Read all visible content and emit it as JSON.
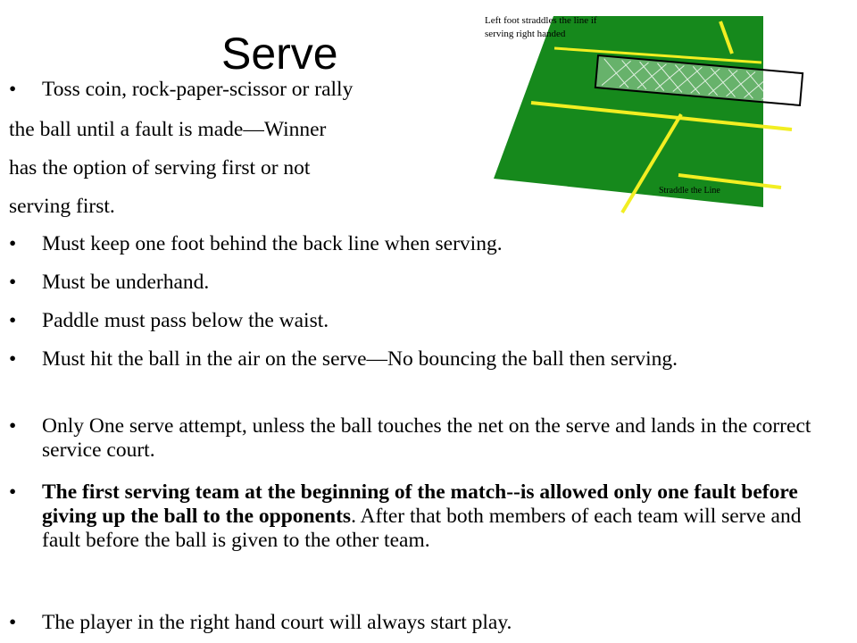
{
  "title": "Serve",
  "court": {
    "caption": "Left foot straddles the line if serving right handed",
    "label": "Straddle the Line",
    "court_color": "#16891c",
    "line_color": "#f2ee22"
  },
  "bullet_char": "•",
  "intro": {
    "line1": "Toss coin, rock-paper-scissor or rally",
    "line2": " the ball until a fault is made—Winner",
    "line3": "has the option of serving first or not",
    "line4": "serving first."
  },
  "bullets": [
    "Must keep one foot behind the back line when serving.",
    "Must be underhand.",
    "Paddle must pass below the waist.",
    "Must hit the ball in the air on the serve—No bouncing the ball then serving.",
    "Only One serve attempt, unless the ball touches the net on the serve and lands in the correct service court."
  ],
  "fault_rule": {
    "bold_text": "The first serving team at the beginning of the match--is allowed only one fault before giving up the ball to the opponents",
    "rest_text": ".  After that both members of each team will serve and fault before the ball is given to the other team."
  },
  "last_bullet": "The player in the right hand court will always start play."
}
